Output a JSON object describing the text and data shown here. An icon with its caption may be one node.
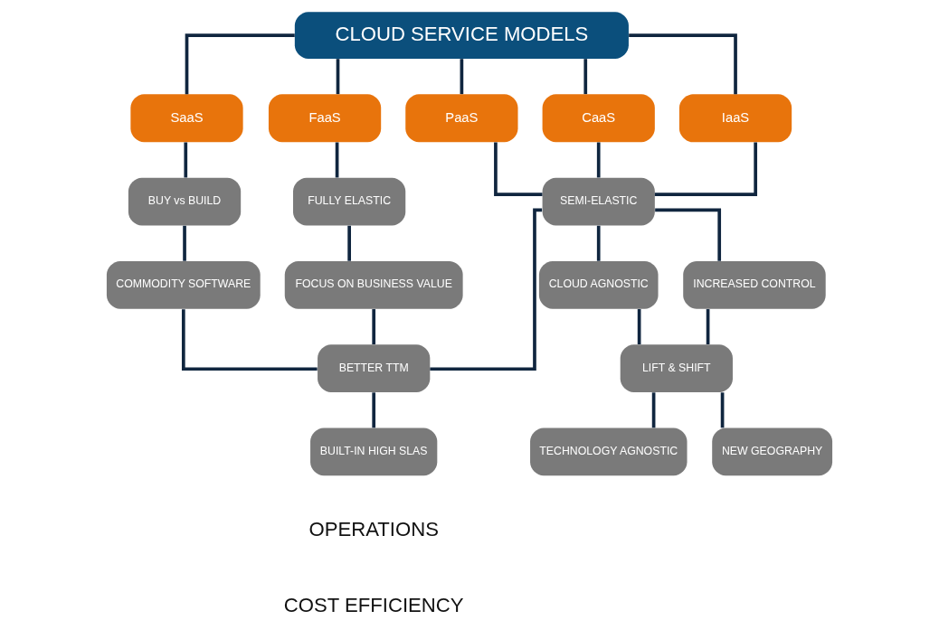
{
  "diagram": {
    "nodes": [
      {
        "text": [
          "CLOUD SERVICE MODELS"
        ]
      },
      {
        "text": [
          "SaaS"
        ]
      },
      {
        "text": [
          "FaaS"
        ]
      },
      {
        "text": [
          "PaaS"
        ]
      },
      {
        "text": [
          "CaaS"
        ]
      },
      {
        "text": [
          "IaaS"
        ]
      },
      {
        "text": [
          "BUY vs BUILD"
        ]
      },
      {
        "text": [
          "FULLY ELASTIC"
        ]
      },
      {
        "text": [
          "SEMI-ELASTIC"
        ]
      },
      {
        "text": [
          "COMMODITY SOFTWARE"
        ]
      },
      {
        "text": [
          "FOCUS ON BUSINESS VALUE"
        ]
      },
      {
        "text": [
          "CLOUD AGNOSTIC"
        ]
      },
      {
        "text": [
          "INCREASED CONTROL"
        ]
      },
      {
        "text": [
          "BETTER TTM"
        ]
      },
      {
        "text": [
          "LIFT & SHIFT"
        ]
      },
      {
        "text": [
          "BUILT-IN HIGH SLAS"
        ]
      },
      {
        "text": [
          "TECHNOLOGY AGNOSTIC"
        ]
      },
      {
        "text": [
          "NEW GEOGRAPHY"
        ]
      }
    ],
    "edges": [
      {
        "from": 0,
        "to": 1,
        "arrow": "none"
      },
      {
        "from": 0,
        "to": 2,
        "arrow": "none"
      },
      {
        "from": 0,
        "to": 3,
        "arrow": "none"
      },
      {
        "from": 0,
        "to": 4,
        "arrow": "none"
      },
      {
        "from": 0,
        "to": 5,
        "arrow": "none"
      },
      {
        "from": 1,
        "to": 6,
        "arrow": "none"
      },
      {
        "from": 6,
        "to": 9,
        "arrow": "none"
      },
      {
        "from": 9,
        "to": 13,
        "arrow": "none"
      },
      {
        "from": 13,
        "to": 15,
        "arrow": "none"
      },
      {
        "from": 2,
        "to": 7,
        "arrow": "none"
      },
      {
        "from": 7,
        "to": 10,
        "arrow": "none"
      },
      {
        "from": 10,
        "to": 13,
        "arrow": "none"
      },
      {
        "from": 3,
        "to": 8,
        "arrow": "none"
      },
      {
        "from": 8,
        "to": 13,
        "arrow": "none"
      },
      {
        "from": 4,
        "to": 8,
        "arrow": "none"
      },
      {
        "from": 8,
        "to": 11,
        "arrow": "none"
      },
      {
        "from": 11,
        "to": 14,
        "arrow": "none"
      },
      {
        "from": 14,
        "to": 16,
        "arrow": "none"
      },
      {
        "from": 5,
        "to": 8,
        "arrow": "none"
      },
      {
        "from": 8,
        "to": 12,
        "arrow": "none"
      },
      {
        "from": 12,
        "to": 14,
        "arrow": "none"
      },
      {
        "from": 14,
        "to": 17,
        "arrow": "none"
      }
    ],
    "labels": [
      "OPERATIONS",
      "COST EFFICIENCY"
    ]
  }
}
